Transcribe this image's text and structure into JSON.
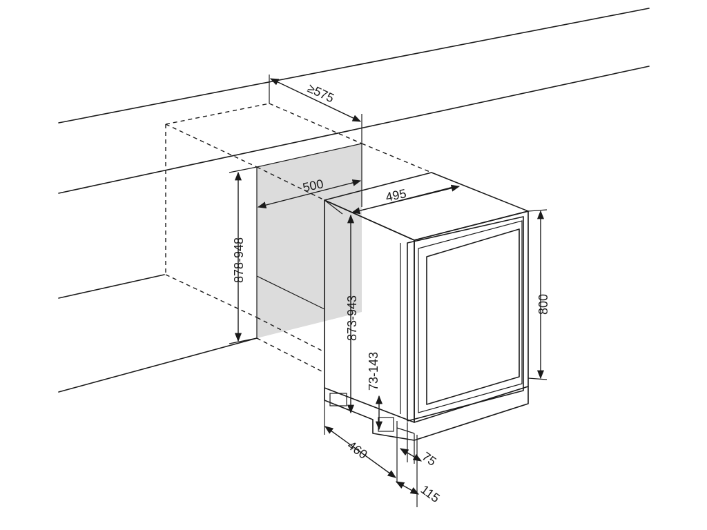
{
  "colors": {
    "line": "#1a1a1a",
    "niche_shading": "#dcdcdc",
    "background": "#ffffff"
  },
  "dimensions": {
    "niche_depth": "≥575",
    "niche_width": "500",
    "niche_height": "878-948",
    "unit_width": "495",
    "unit_height": "873-943",
    "door_height": "800",
    "feet_range": "73-143",
    "unit_depth": "460",
    "door_depth": "75",
    "door_front": "115"
  }
}
